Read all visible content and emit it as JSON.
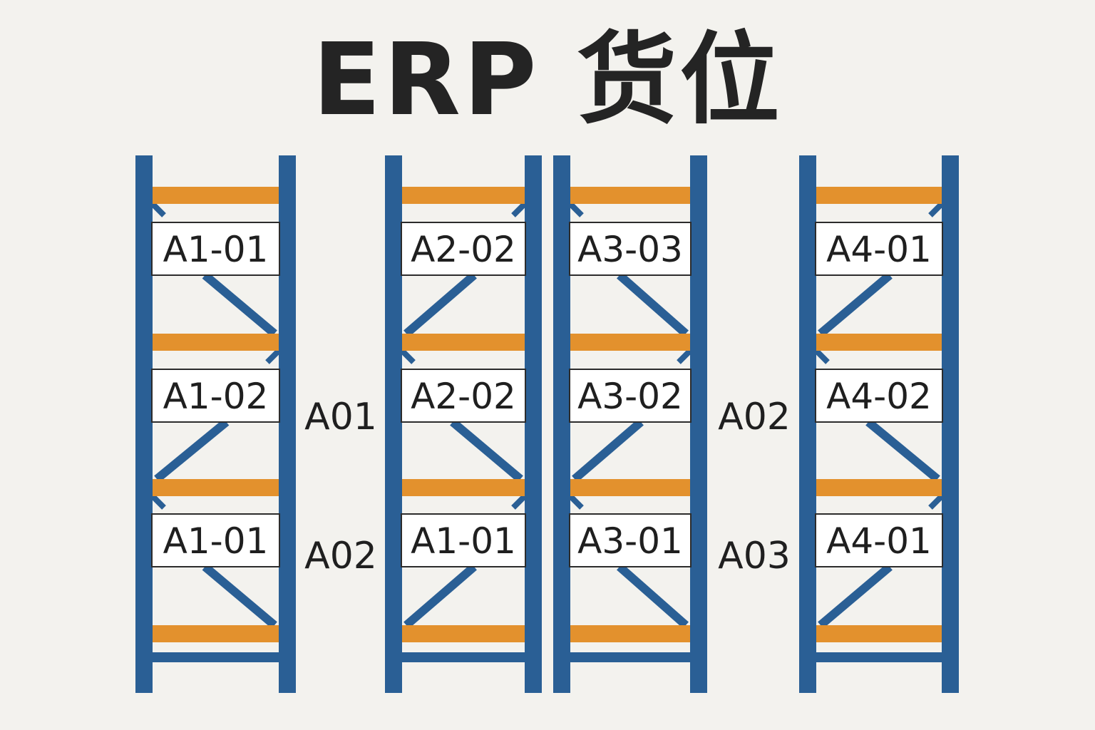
{
  "title": "ERP 货位",
  "colors": {
    "background": "#f3f2ee",
    "upright": "#2a5f95",
    "beam": "#e3912d",
    "label_fill": "#ffffff",
    "label_border": "#2c2c2c",
    "text": "#1f1f1f"
  },
  "racks": [
    {
      "slots": [
        "A1-01",
        "A1-02",
        "A1-01"
      ]
    },
    {
      "slots": [
        "A2-02",
        "A2-02",
        "A1-01"
      ]
    },
    {
      "slots": [
        "A3-03",
        "A3-02",
        "A3-01"
      ]
    },
    {
      "slots": [
        "A4-01",
        "A4-02",
        "A4-01"
      ]
    }
  ],
  "aisle_labels": [
    {
      "text": "A01"
    },
    {
      "text": "A02"
    },
    {
      "text": "A02"
    },
    {
      "text": "A03"
    }
  ]
}
